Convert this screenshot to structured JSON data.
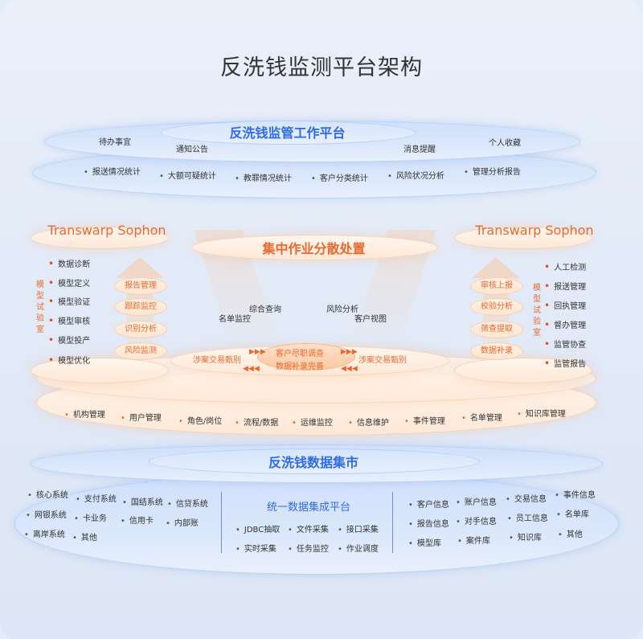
{
  "title": "反洗钱监测平台架构",
  "top_platform": {
    "title": "反洗钱监管工作平台",
    "items": [
      "待办事宜",
      "通知公告",
      "消息提醒",
      "个人收藏"
    ],
    "stats": [
      "报送情况统计",
      "大额可疑统计",
      "教罪情况统计",
      "客户分类统计",
      "风险状况分析",
      "管理分析报告"
    ]
  },
  "left_sophon": {
    "title": "Transwarp Sophon",
    "lab_label": "模型试验室",
    "lab_items": [
      "数据诊断",
      "模型定义",
      "模型验证",
      "模型审核",
      "模型投产",
      "模型优化"
    ],
    "chips": [
      "报告管理",
      "跟踪监控",
      "识别分析",
      "风险监测"
    ]
  },
  "right_sophon": {
    "title": "Transwarp Sophon",
    "lab_label": "模型试验室",
    "lab_items": [
      "人工检测",
      "报送管理",
      "回执管理",
      "督办管理",
      "监管协查",
      "监管报告"
    ],
    "chips": [
      "审核上报",
      "校验分析",
      "筛查提取",
      "数据补录"
    ]
  },
  "center": {
    "title": "集中作业分散处置",
    "labels": [
      "综合查询",
      "风险分析",
      "名单监控",
      "客户视图"
    ],
    "flow": [
      "涉案交易甄别",
      "客户尽职调查",
      "数据补录完善",
      "涉案交易甄别"
    ]
  },
  "mgmt_bar": [
    "机构管理",
    "用户管理",
    "角色/岗位",
    "流程/数据",
    "运维监控",
    "信息维护",
    "事件管理",
    "名单管理",
    "知识库管理"
  ],
  "data_mart": {
    "title": "反洗钱数据集市",
    "sources": [
      "核心系统",
      "支付系统",
      "国结系统",
      "信贷系统",
      "网银系统",
      "卡业务",
      "信用卡",
      "内部账",
      "离岸系统",
      "其他"
    ],
    "integration_title": "统一数据集成平台",
    "integration_items": [
      "JDBC抽取",
      "文件采集",
      "接口采集",
      "实时采集",
      "任务监控",
      "作业调度"
    ],
    "info": [
      "客户信息",
      "账户信息",
      "交易信息",
      "事件信息",
      "报告信息",
      "对手信息",
      "员工信息",
      "名单库",
      "模型库",
      "案件库",
      "知识库",
      "其他"
    ]
  }
}
